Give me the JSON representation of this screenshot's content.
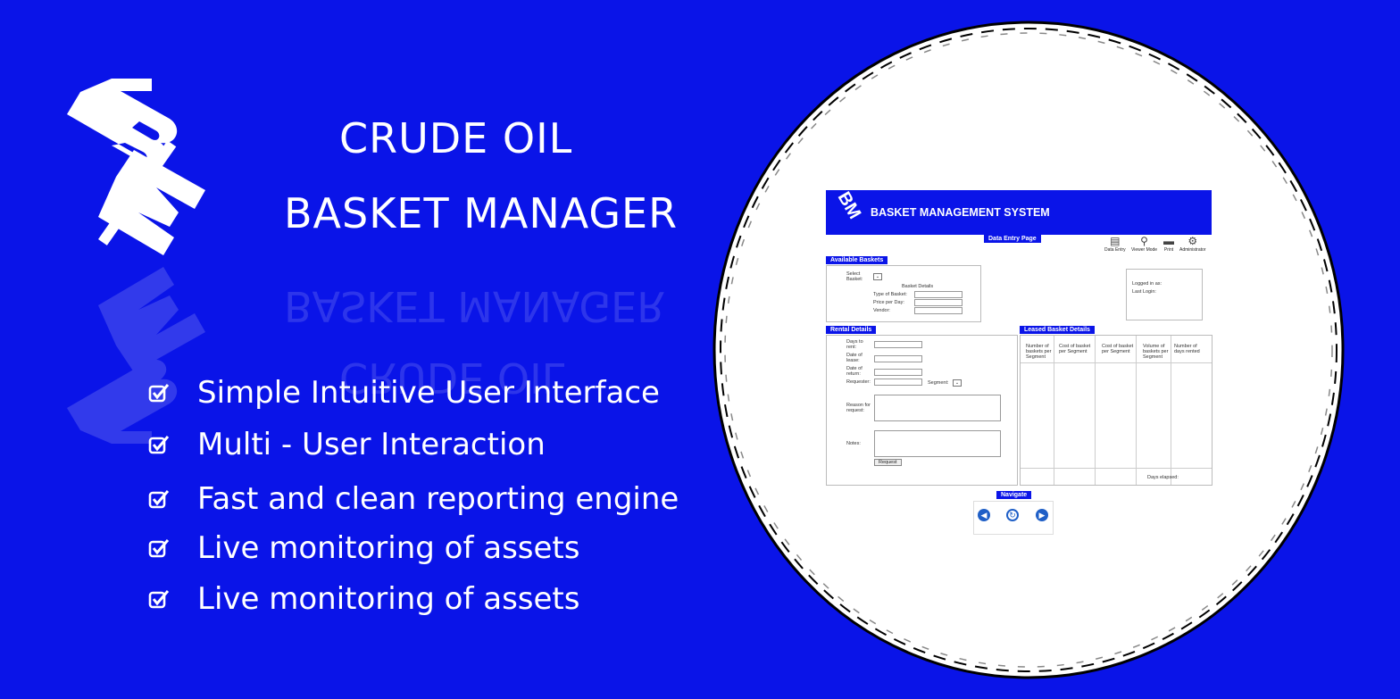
{
  "banner": {
    "logo_text": "BM",
    "title_line1": "CRUDE OIL",
    "title_line2": "BASKET MANAGER",
    "features": [
      "Simple Intuitive User Interface",
      "Multi - User Interaction",
      "Fast and clean reporting engine",
      "Live monitoring of assets",
      "Live monitoring of assets"
    ],
    "colors": {
      "background": "#0a14e8",
      "text": "#ffffff"
    }
  },
  "app": {
    "logo_text": "BM",
    "title": "BASKET MANAGEMENT SYSTEM",
    "page_label": "Data Entry Page",
    "toolbar": [
      {
        "label": "Data Entry",
        "icon": "document-icon"
      },
      {
        "label": "Viewer Mode",
        "icon": "magnifier-icon"
      },
      {
        "label": "Print",
        "icon": "printer-icon"
      },
      {
        "label": "Administrator",
        "icon": "gears-icon"
      }
    ],
    "available_baskets": {
      "heading": "Available Baskets",
      "select_label": "Select Basket:",
      "details_heading": "Basket Details",
      "type_label": "Type of Basket:",
      "price_label": "Price per Day:",
      "vendor_label": "Vendor:"
    },
    "login": {
      "logged_in_as": "Logged in as:",
      "last_login": "Last Login:"
    },
    "rental_details": {
      "heading": "Rental Details",
      "days_to_rent": "Days to rent:",
      "date_of_lease": "Date of lease:",
      "date_of_return": "Date of return:",
      "requester": "Requester:",
      "segment": "Segment:",
      "reason": "Reason for request:",
      "notes": "Notes:",
      "request_button": "Request"
    },
    "leased": {
      "heading": "Leased Basket Details",
      "columns": [
        "Number of baskets per Segment",
        "Cost of basket per Segment",
        "Cost of basket per Segment",
        "Volume of baskets per Segment",
        "Number of days rented"
      ],
      "days_elapsed": "Days elapsed:"
    },
    "navigate_label": "Navigate"
  }
}
